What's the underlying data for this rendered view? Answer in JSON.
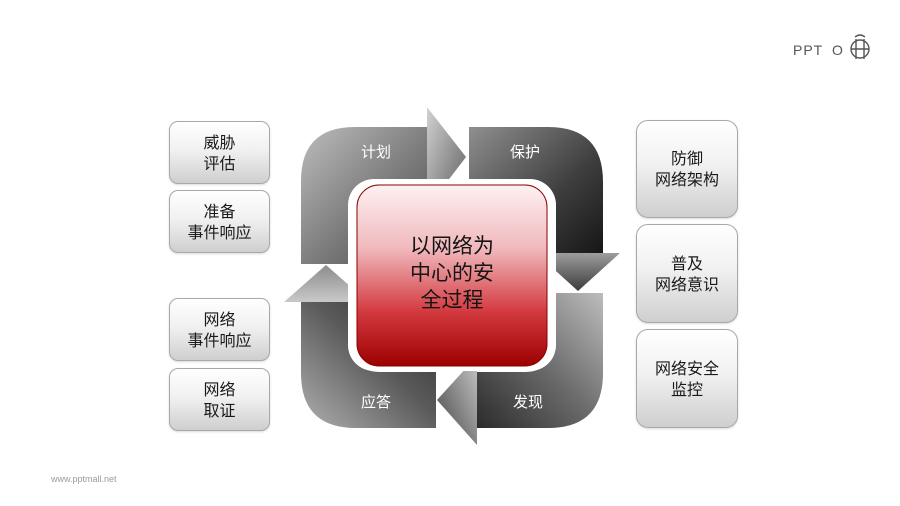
{
  "colors": {
    "arrow_dark": "#3c3c3c",
    "arrow_light": "#a9a9a9",
    "core_red": "#b00000",
    "core_pink": "#fbe9ea"
  },
  "center": {
    "label": "以网络为\n中心的安\n全过程"
  },
  "cycle_labels": {
    "plan": "计划",
    "protect": "保护",
    "detect": "发现",
    "respond": "应答"
  },
  "left_boxes": [
    {
      "label": "威胁\n评估"
    },
    {
      "label": "准备\n事件响应"
    },
    {
      "label": "网络\n事件响应"
    },
    {
      "label": "网络\n取证"
    }
  ],
  "right_boxes": [
    {
      "label": "防御\n网络架构"
    },
    {
      "label": "普及\n网络意识"
    },
    {
      "label": "网络安全\n监控"
    }
  ],
  "logo": {
    "text": "PPT",
    "mark": "O",
    "icon": "ppt-bag-logo-icon"
  },
  "watermark": "www.pptmall.net"
}
